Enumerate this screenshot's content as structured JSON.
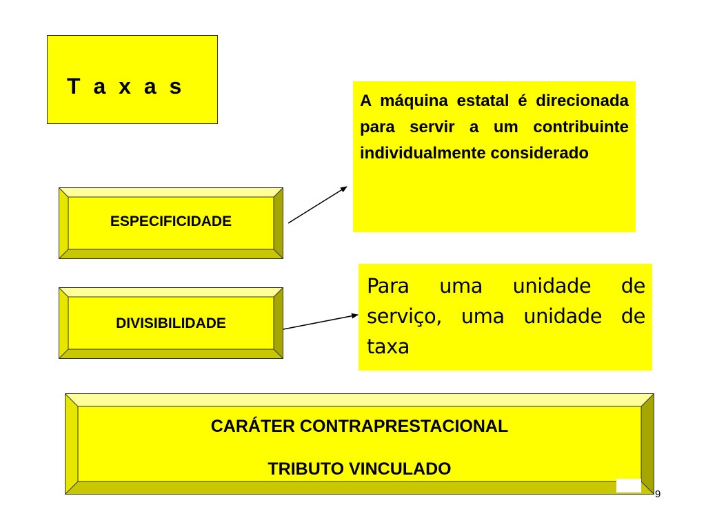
{
  "title": "T a x a s",
  "especificidade": {
    "label": "ESPECIFICIDADE",
    "description": "A máquina estatal é direcionada para servir a um contribuinte individualmente considerado"
  },
  "divisibilidade": {
    "label": "DIVISIBILIDADE",
    "description": "Para uma unidade de serviço, uma unidade de taxa"
  },
  "footer_box": {
    "line1": "CARÁTER CONTRAPRESTACIONAL",
    "line2": "TRIBUTO VINCULADO"
  },
  "page_number": "9",
  "colors": {
    "box_fill": "#ffff00",
    "bevel_dark": "#8c8c00",
    "bevel_mid": "#c8c800",
    "bevel_light": "#ffff99"
  }
}
